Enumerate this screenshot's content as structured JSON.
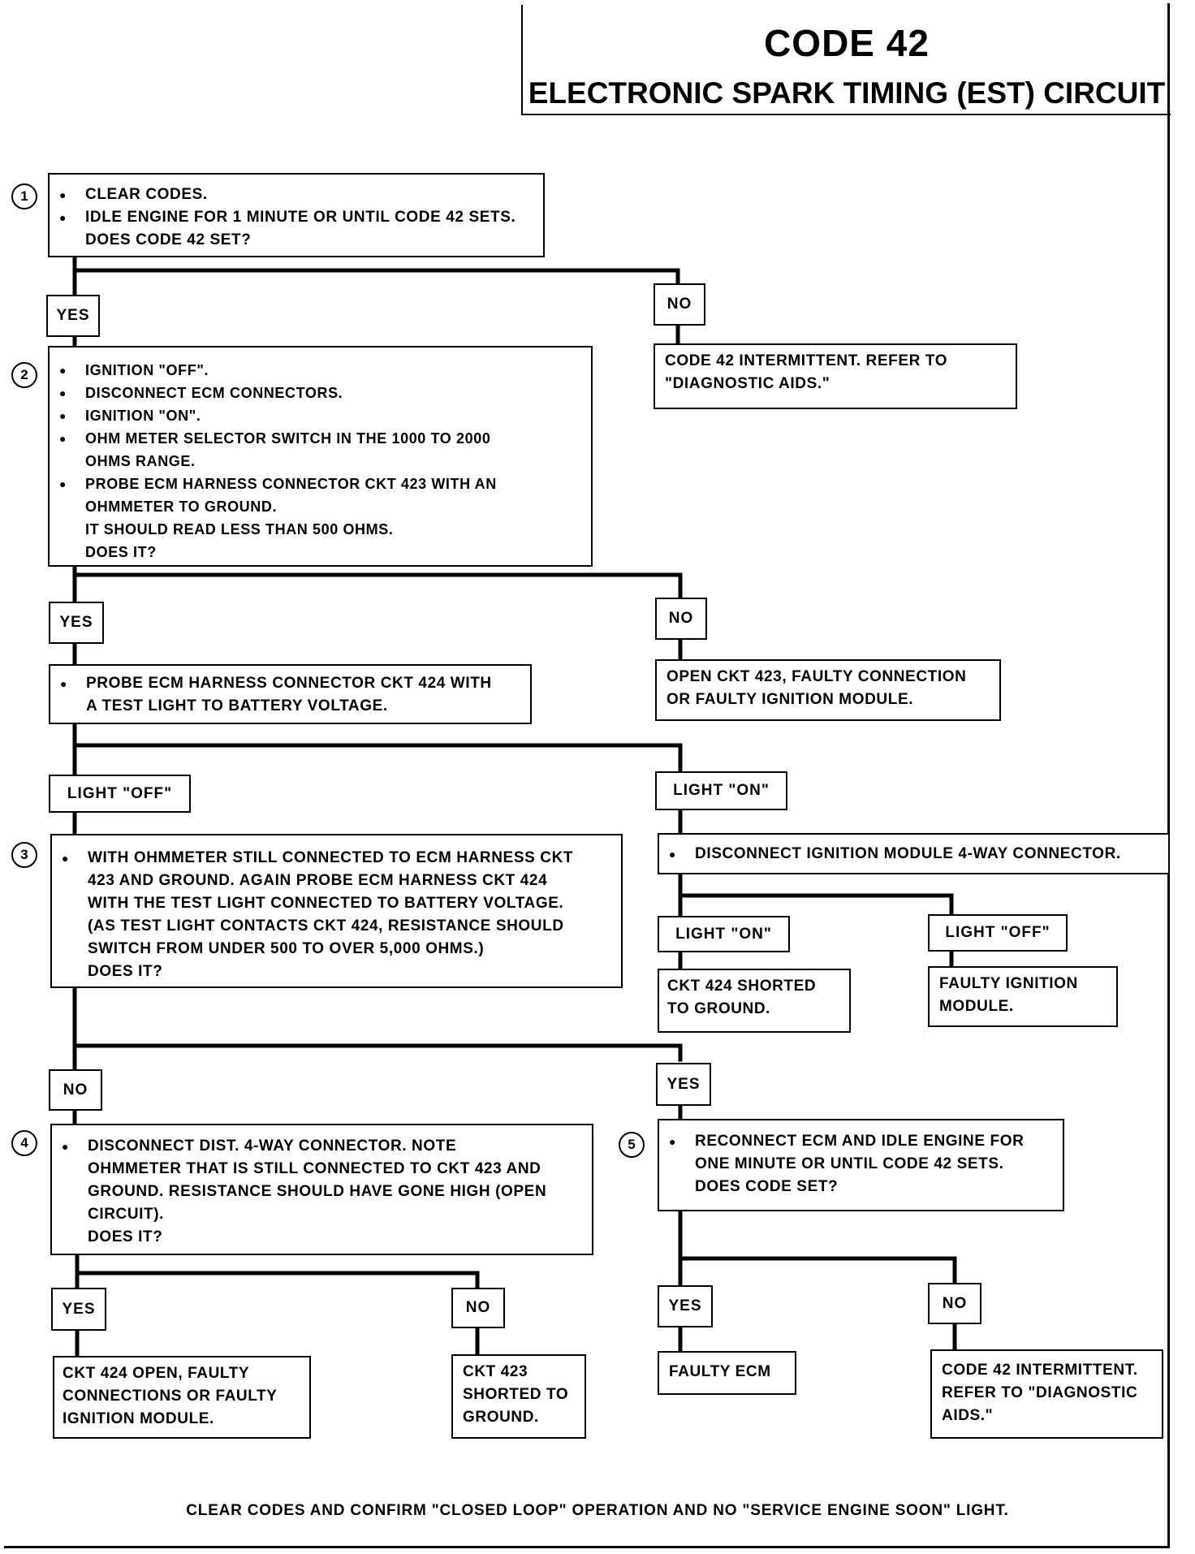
{
  "title": "CODE 42",
  "subtitle": "ELECTRONIC SPARK TIMING (EST) CIRCUIT",
  "steps": {
    "s1": {
      "num": "1",
      "lines": [
        "CLEAR CODES.",
        "IDLE ENGINE FOR 1 MINUTE OR UNTIL CODE 42 SETS."
      ],
      "cont": "DOES CODE 42 SET?"
    },
    "s2": {
      "num": "2",
      "b1": "IGNITION \"OFF\".",
      "b2": "DISCONNECT ECM CONNECTORS.",
      "b3": "IGNITION \"ON\".",
      "b4": "OHM METER SELECTOR SWITCH IN THE 1000 TO 2000",
      "b4c": "OHMS RANGE.",
      "b5": "PROBE ECM HARNESS CONNECTOR CKT 423 WITH AN",
      "b5c1": "OHMMETER TO GROUND.",
      "b5c2": "IT SHOULD READ LESS THAN 500 OHMS.",
      "b5c3": "DOES IT?"
    },
    "probe424": {
      "b1": "PROBE ECM HARNESS CONNECTOR CKT 424 WITH",
      "b1c": "A TEST LIGHT TO BATTERY VOLTAGE."
    },
    "s3": {
      "num": "3",
      "b1": "WITH OHMMETER STILL CONNECTED TO ECM HARNESS CKT",
      "c1": "423 AND GROUND. AGAIN PROBE ECM HARNESS CKT 424",
      "c2": "WITH THE TEST LIGHT CONNECTED TO BATTERY VOLTAGE.",
      "c3": "(AS TEST LIGHT CONTACTS CKT 424, RESISTANCE SHOULD",
      "c4": "SWITCH FROM UNDER 500 TO OVER 5,000 OHMS.)",
      "c5": "DOES IT?"
    },
    "disconnectModule": {
      "b1": "DISCONNECT IGNITION MODULE 4-WAY CONNECTOR."
    },
    "s4": {
      "num": "4",
      "b1": "DISCONNECT DIST. 4-WAY CONNECTOR. NOTE",
      "c1": "OHMMETER THAT IS STILL CONNECTED TO CKT 423 AND",
      "c2": "GROUND. RESISTANCE SHOULD HAVE GONE HIGH (OPEN",
      "c3": "CIRCUIT).",
      "c4": "DOES IT?"
    },
    "s5": {
      "num": "5",
      "b1": "RECONNECT ECM AND IDLE ENGINE FOR",
      "c1": "ONE MINUTE OR UNTIL CODE 42 SETS.",
      "c2": "DOES CODE SET?"
    }
  },
  "labels": {
    "yes": "YES",
    "no": "NO",
    "light_off": "LIGHT \"OFF\"",
    "light_on": "LIGHT \"ON\""
  },
  "results": {
    "r1": {
      "l1": "CODE 42 INTERMITTENT. REFER TO",
      "l2": "\"DIAGNOSTIC AIDS.\""
    },
    "r2": {
      "l1": "OPEN CKT 423, FAULTY CONNECTION",
      "l2": "OR FAULTY IGNITION MODULE."
    },
    "r3": {
      "l1": "CKT 424 SHORTED",
      "l2": "TO GROUND."
    },
    "r4": {
      "l1": "FAULTY IGNITION",
      "l2": "MODULE."
    },
    "r5": {
      "l1": "CKT 424 OPEN, FAULTY",
      "l2": "CONNECTIONS OR FAULTY",
      "l3": "IGNITION MODULE."
    },
    "r6": {
      "l1": "CKT 423",
      "l2": "SHORTED TO",
      "l3": "GROUND."
    },
    "r7": {
      "l1": "FAULTY ECM"
    },
    "r8": {
      "l1": "CODE 42 INTERMITTENT.",
      "l2": "REFER TO \"DIAGNOSTIC",
      "l3": "AIDS.\""
    }
  },
  "footer": "CLEAR CODES AND CONFIRM \"CLOSED LOOP\" OPERATION AND NO \"SERVICE ENGINE SOON\" LIGHT."
}
